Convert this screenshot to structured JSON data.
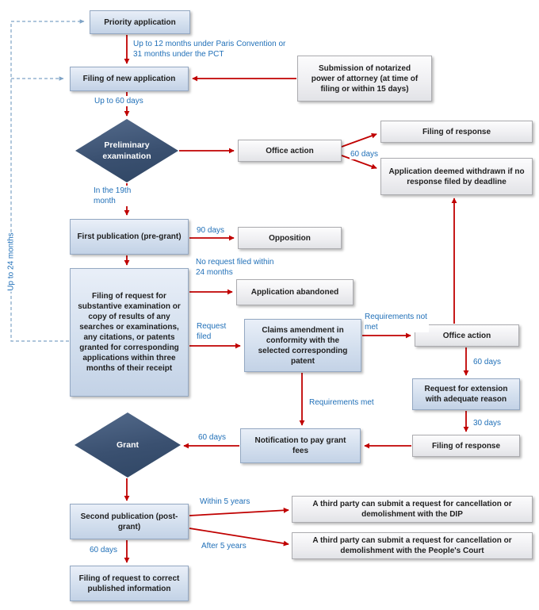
{
  "nodes": {
    "priority_application": "Priority application",
    "filing_new_application": "Filing of new application",
    "poa_submission": "Submission of notarized power of attorney (at time of filing or within 15 days)",
    "preliminary_examination": "Preliminary examination",
    "office_action": "Office action",
    "filing_of_response": "Filing of response",
    "application_deemed_withdrawn": "Application deemed withdrawn if no response filed by deadline",
    "first_publication": "First publication (pre-grant)",
    "opposition": "Opposition",
    "substantive_request": "Filing of request for substantive examination or copy of results of any searches or examinations, any citations, or patents granted for corresponding applications within three months of their receipt",
    "application_abandoned": "Application abandoned",
    "claims_amendment": "Claims amendment in conformity with the selected corresponding patent",
    "request_for_extension": "Request for extension with adequate reason",
    "notification_pay_fees": "Notification to pay grant fees",
    "grant": "Grant",
    "second_publication": "Second publication (post-grant)",
    "cancellation_dip": "A third party can submit a request for cancellation or demolishment with the DIP",
    "cancellation_court": "A third party can submit a request for cancellation or demolishment with the People's Court",
    "correct_published_info": "Filing of request to correct published information"
  },
  "edge_labels": {
    "paris_pct": "Up to 12 months under Paris Convention or 31 months under the PCT",
    "up_to_60_days": "Up to 60 days",
    "sixty_days": "60 days",
    "in_19th_month": "In the 19th month",
    "ninety_days": "90 days",
    "no_request_24_months": "No request filed within 24 months",
    "request_filed": "Request filed",
    "requirements_not_met": "Requirements not met",
    "thirty_days": "30 days",
    "requirements_met": "Requirements met",
    "within_5_years": "Within 5 years",
    "after_5_years": "After 5 years",
    "up_to_24_months": "Up to 24 months"
  },
  "colors": {
    "arrow": "#c00000",
    "label_blue": "#2170b8",
    "dashed_blue": "#7fa3c6",
    "diamond_fill": "#3a5070"
  }
}
